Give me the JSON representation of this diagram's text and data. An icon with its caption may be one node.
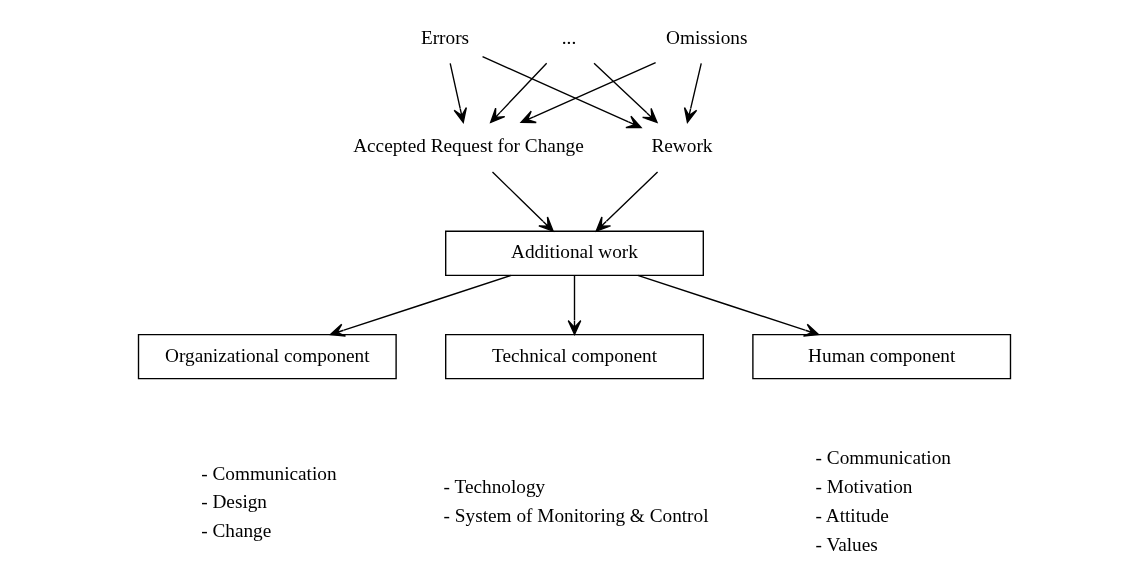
{
  "diagram": {
    "nodes": [
      {
        "text": [
          "Errors"
        ]
      },
      {
        "text": [
          "..."
        ]
      },
      {
        "text": [
          "Omissions"
        ]
      },
      {
        "text": [
          "Accepted Request for Change"
        ]
      },
      {
        "text": [
          "Rework"
        ]
      },
      {
        "text": [
          "Additional work"
        ]
      },
      {
        "text": [
          "Organizational component"
        ],
        "beside": [
          "- Communication",
          "- Design",
          "- Change"
        ]
      },
      {
        "text": [
          "Technical component"
        ],
        "beside": [
          "- Technology",
          "- System of Monitoring & Control"
        ]
      },
      {
        "text": [
          "Human component"
        ],
        "beside": [
          "- Communication",
          "- Motivation",
          "- Attitude",
          "- Values"
        ]
      }
    ],
    "edges": [
      {
        "from": 0,
        "to": 3,
        "arrow": "to"
      },
      {
        "from": 0,
        "to": 4,
        "arrow": "to"
      },
      {
        "from": 1,
        "to": 3,
        "arrow": "to"
      },
      {
        "from": 1,
        "to": 4,
        "arrow": "to"
      },
      {
        "from": 2,
        "to": 3,
        "arrow": "to"
      },
      {
        "from": 2,
        "to": 4,
        "arrow": "to"
      },
      {
        "from": 3,
        "to": 5,
        "arrow": "to"
      },
      {
        "from": 4,
        "to": 5,
        "arrow": "to"
      },
      {
        "from": 5,
        "to": 6,
        "arrow": "to"
      },
      {
        "from": 5,
        "to": 7,
        "arrow": "to"
      },
      {
        "from": 5,
        "to": 8,
        "arrow": "to"
      }
    ]
  }
}
